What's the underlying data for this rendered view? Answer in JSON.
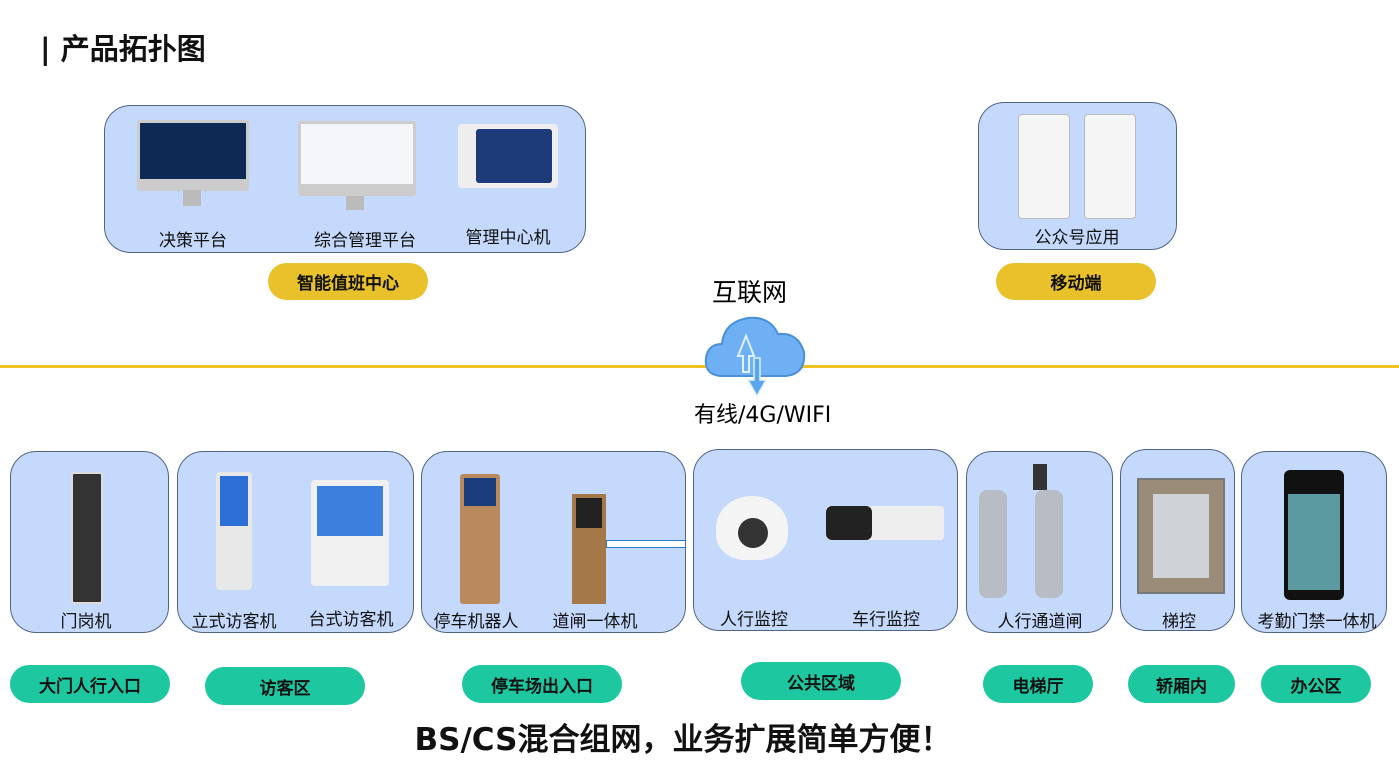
{
  "title": "| 产品拓扑图",
  "top": {
    "duty_center": {
      "items": [
        "决策平台",
        "综合管理平台",
        "管理中心机"
      ],
      "label": "智能值班中心"
    },
    "mobile": {
      "items": [
        "公众号应用"
      ],
      "label": "移动端"
    }
  },
  "network": {
    "top_label": "互联网",
    "bottom_label": "有线/4G/WIFI"
  },
  "zones": [
    {
      "items": [
        "门岗机"
      ],
      "label": "大门人行入口"
    },
    {
      "items": [
        "立式访客机",
        "台式访客机"
      ],
      "label": "访客区"
    },
    {
      "items": [
        "停车机器人",
        "道闸一体机"
      ],
      "label": "停车场出入口"
    },
    {
      "items": [
        "人行监控",
        "车行监控"
      ],
      "label": "公共区域"
    },
    {
      "items": [
        "人行通道闸"
      ],
      "label": "电梯厅"
    },
    {
      "items": [
        "梯控"
      ],
      "label": "轿厢内"
    },
    {
      "items": [
        "考勤门禁一体机"
      ],
      "label": "办公区"
    }
  ],
  "footer": "BS/CS混合组网，业务扩展简单方便！",
  "colors": {
    "panel": "#c5d9fc",
    "yellow": "#e9c12b",
    "green": "#1dc79f",
    "line": "#f0c020"
  }
}
